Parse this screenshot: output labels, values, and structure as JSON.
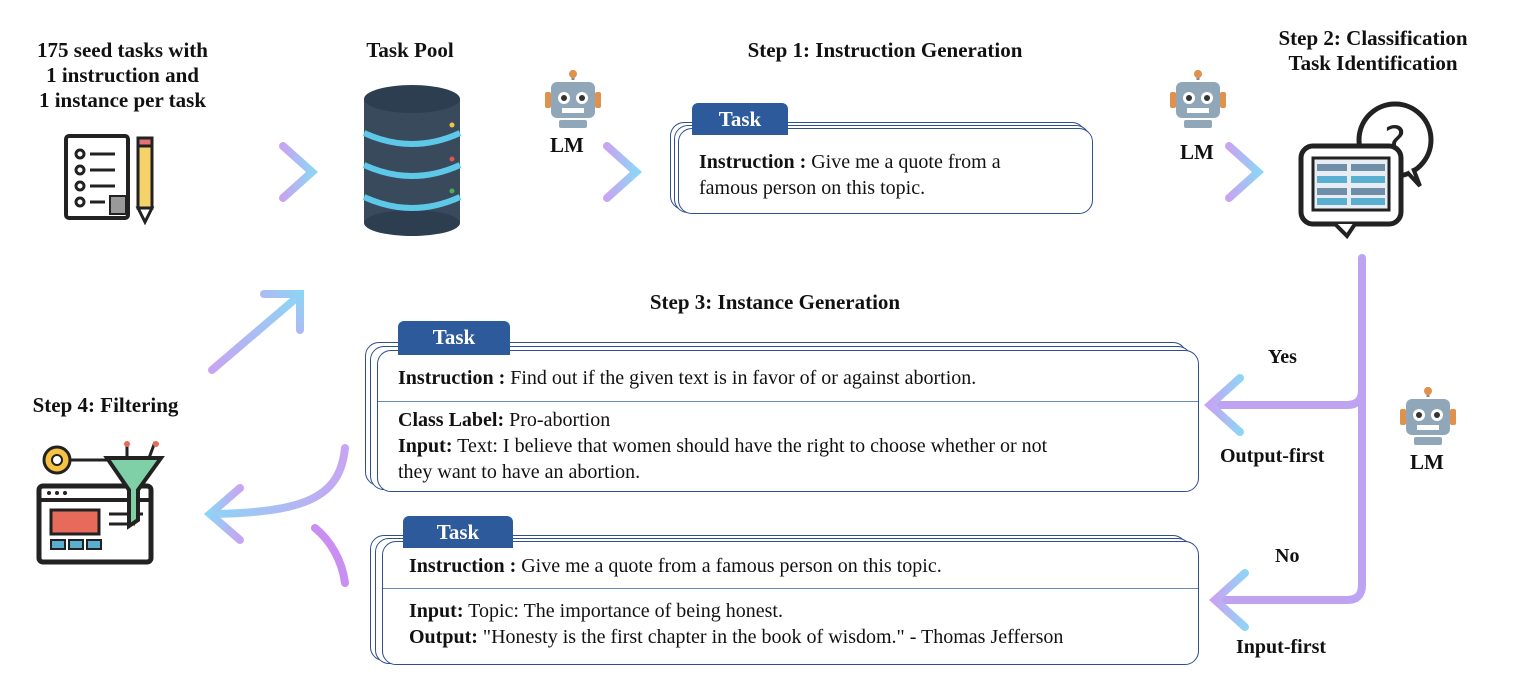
{
  "seed": {
    "line1": "175 seed tasks with",
    "line2": "1 instruction and",
    "line3": "1 instance per task",
    "icon": "checklist-icon"
  },
  "task_pool": {
    "title": "Task Pool",
    "icon": "database-icon"
  },
  "lm_label": "LM",
  "step1": {
    "title": "Step 1: Instruction Generation",
    "tab": "Task",
    "instruction_key": "Instruction :",
    "instruction_text_1": "Give me a quote from a",
    "instruction_text_2": "famous person on this topic."
  },
  "step2": {
    "title_line1": "Step 2: Classification",
    "title_line2": "Task Identification",
    "icon": "classification-chat-icon"
  },
  "step3": {
    "title": "Step 3: Instance Generation",
    "card1": {
      "tab": "Task",
      "instruction_key": "Instruction :",
      "instruction_text": "Find out if the given text is in favor of or against abortion.",
      "label_key": "Class Label:",
      "label_text": "Pro-abortion",
      "input_key": "Input:",
      "input_text_1": "Text: I believe that women should have the right to choose whether or not",
      "input_text_2": "they want to have an abortion."
    },
    "card2": {
      "tab": "Task",
      "instruction_key": "Instruction :",
      "instruction_text": "Give me a quote from a famous person on this topic.",
      "input_key": "Input:",
      "input_text": "Topic: The importance of being honest.",
      "output_key": "Output:",
      "output_text": "\"Honesty is the first chapter in the book of wisdom.\" - Thomas Jefferson"
    }
  },
  "branches": {
    "yes": "Yes",
    "output_first": "Output-first",
    "no": "No",
    "input_first": "Input-first"
  },
  "step4": {
    "title": "Step 4: Filtering",
    "icon": "filter-funnel-icon"
  },
  "colors": {
    "arrow_start": "#8fd0f5",
    "arrow_end": "#c98ef0",
    "tab_blue": "#2d5a9a",
    "card_border": "#2f4f8f"
  }
}
